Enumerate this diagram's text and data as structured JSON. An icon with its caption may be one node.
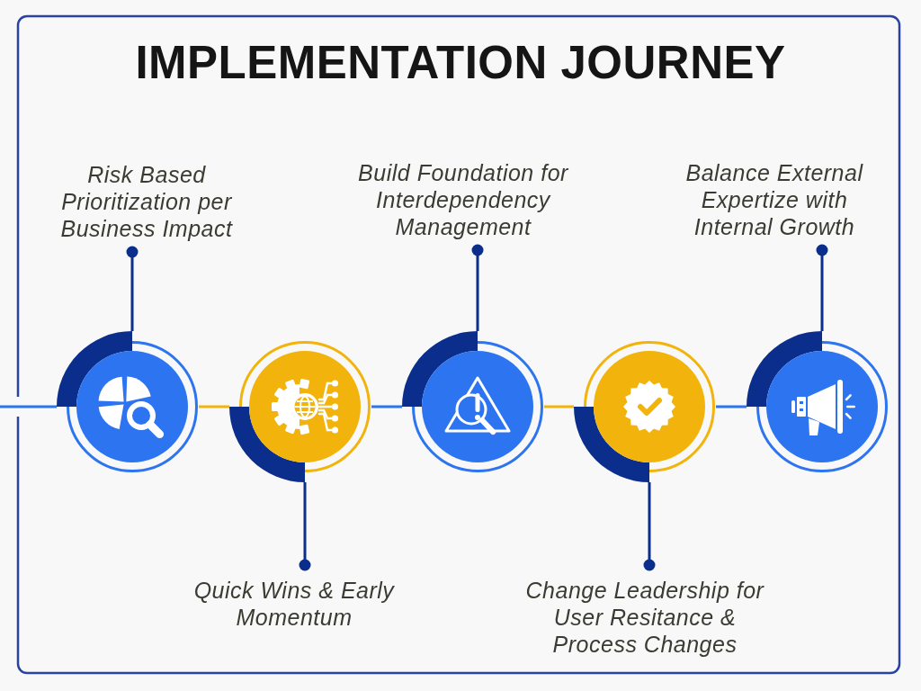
{
  "diagram": {
    "title": "IMPLEMENTATION JOURNEY",
    "nodes": [
      {
        "text": [],
        "shape": "circle"
      },
      {
        "text": [
          "Risk Based Prioritization per Business Impact"
        ]
      },
      {
        "text": [],
        "shape": "circle"
      },
      {
        "text": [
          "Quick Wins & Early Momentum"
        ]
      },
      {
        "text": [],
        "shape": "circle"
      },
      {
        "text": [
          "Build Foundation for Interdependency Management"
        ]
      },
      {
        "text": [],
        "shape": "circle"
      },
      {
        "text": [
          "Change Leadership for User Resitance & Process Changes"
        ]
      },
      {
        "text": [],
        "shape": "circle"
      },
      {
        "text": [
          "Balance External Expertize with Internal Growth"
        ]
      }
    ],
    "edges": [
      {
        "from": null,
        "to": 0,
        "arrow": "none",
        "color": "#2d74f0"
      },
      {
        "from": 0,
        "to": 2,
        "arrow": "none",
        "color": "#f2b40c"
      },
      {
        "from": 2,
        "to": 4,
        "arrow": "none",
        "color": "#2d74f0"
      },
      {
        "from": 4,
        "to": 6,
        "arrow": "none",
        "color": "#f2b40c"
      },
      {
        "from": 6,
        "to": 8,
        "arrow": "none",
        "color": "#2d74f0"
      },
      {
        "from": 0,
        "to": 1,
        "arrow": "other"
      },
      {
        "from": 2,
        "to": 3,
        "arrow": "other"
      },
      {
        "from": 4,
        "to": 5,
        "arrow": "other"
      },
      {
        "from": 6,
        "to": 7,
        "arrow": "other"
      },
      {
        "from": 8,
        "to": 9,
        "arrow": "other"
      }
    ]
  }
}
